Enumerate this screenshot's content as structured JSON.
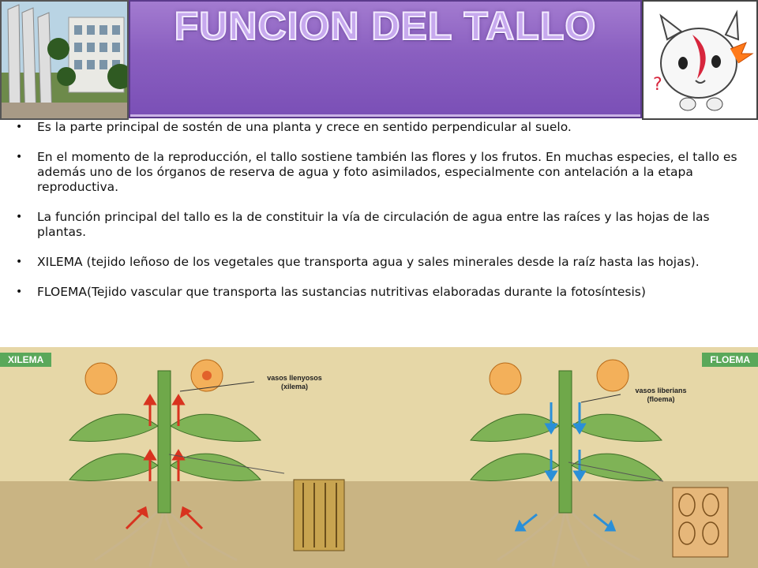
{
  "header": {
    "title": "FUNCION DEL TALLO",
    "accent_color": "#8a5fc0"
  },
  "bullets": [
    "Es la parte principal de sostén de una planta y crece en sentido perpendicular al suelo.",
    " En el momento de la reproducción, el tallo sostiene también las flores y los frutos. En muchas especies, el tallo es además uno de los órganos de reserva de agua y foto asimilados, especialmente con antelación a la etapa reproductiva.",
    "La función principal del tallo es la de constituir la vía de circulación de agua entre las raíces y las hojas de las plantas.",
    "XILEMA (tejido leñoso de los vegetales que transporta agua y sales minerales desde la raíz hasta las hojas).",
    "FLOEMA(Tejido vascular que transporta las sustancias nutritivas elaboradas durante la fotosíntesis)"
  ],
  "bullet_glyph": "•",
  "diagrams": {
    "left": {
      "tag": "XILEMA",
      "callout_line1": "vasos llenyosos",
      "callout_line2": "(xilema)",
      "arrow_color": "#d8331f"
    },
    "right": {
      "tag": "FLOEMA",
      "callout_line1": "vasos liberians",
      "callout_line2": "(floema)",
      "arrow_color": "#2a8fd8"
    }
  },
  "icons": {
    "left_photo": "building-photo",
    "right_photo": "wolf-cartoon-image"
  }
}
